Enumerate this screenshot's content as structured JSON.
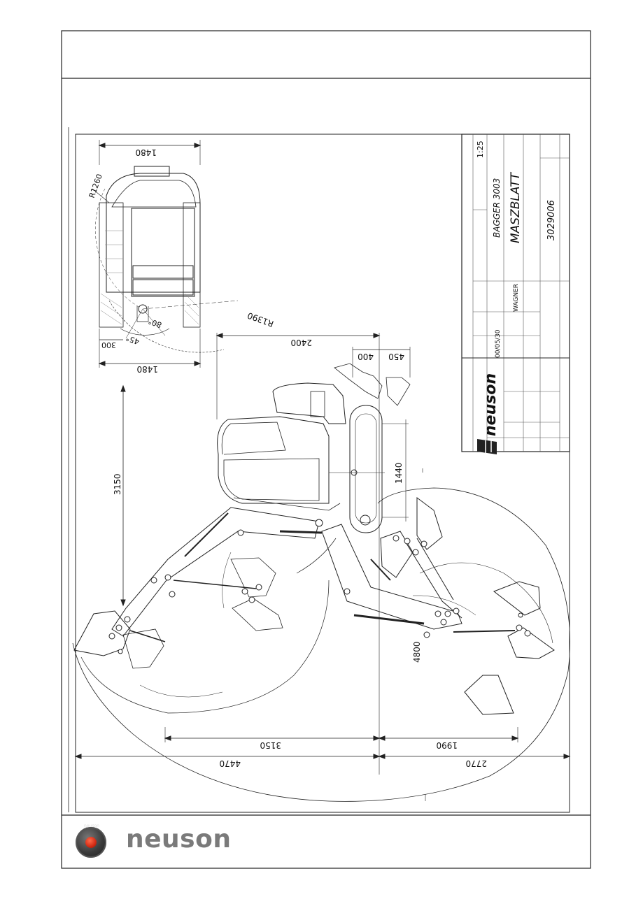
{
  "title_block": {
    "brand_stamp": "neuson",
    "model": "BAGGER 3003",
    "sheet_title": "MASZBLATT",
    "drawing_no": "3029006",
    "scale": "1:25",
    "date": "00/05/30",
    "author": "WAGNER"
  },
  "dimensions": {
    "top_width": "1480",
    "radius_front": "R1260",
    "radius_swing": "R1390",
    "angle_left": "80°",
    "angle_right": "45°",
    "offset": "300",
    "width_bottom": "1480",
    "swing_dist": "2400",
    "d400": "400",
    "d450": "450",
    "height_1440": "1440",
    "height_3150": "3150",
    "depth_4800": "4800",
    "reach_3150": "3150",
    "reach_4470": "4470",
    "reach_1990": "1990",
    "reach_2770": "2770"
  },
  "footer": {
    "brand": "neuson",
    "logo_ring": "neuson"
  }
}
